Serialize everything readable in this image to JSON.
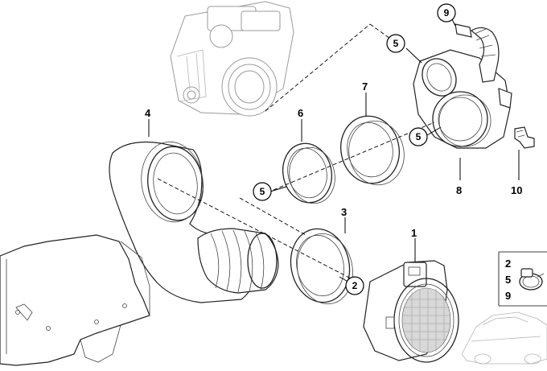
{
  "callouts": {
    "c1": "1",
    "c3": "3",
    "c4": "4",
    "c6": "6",
    "c7": "7",
    "c8": "8",
    "c10": "10"
  },
  "circled": {
    "top9": "9",
    "top5": "5",
    "right5": "5",
    "left5": "5",
    "ring2": "2"
  },
  "hardware_list": [
    "2",
    "5",
    "9"
  ]
}
